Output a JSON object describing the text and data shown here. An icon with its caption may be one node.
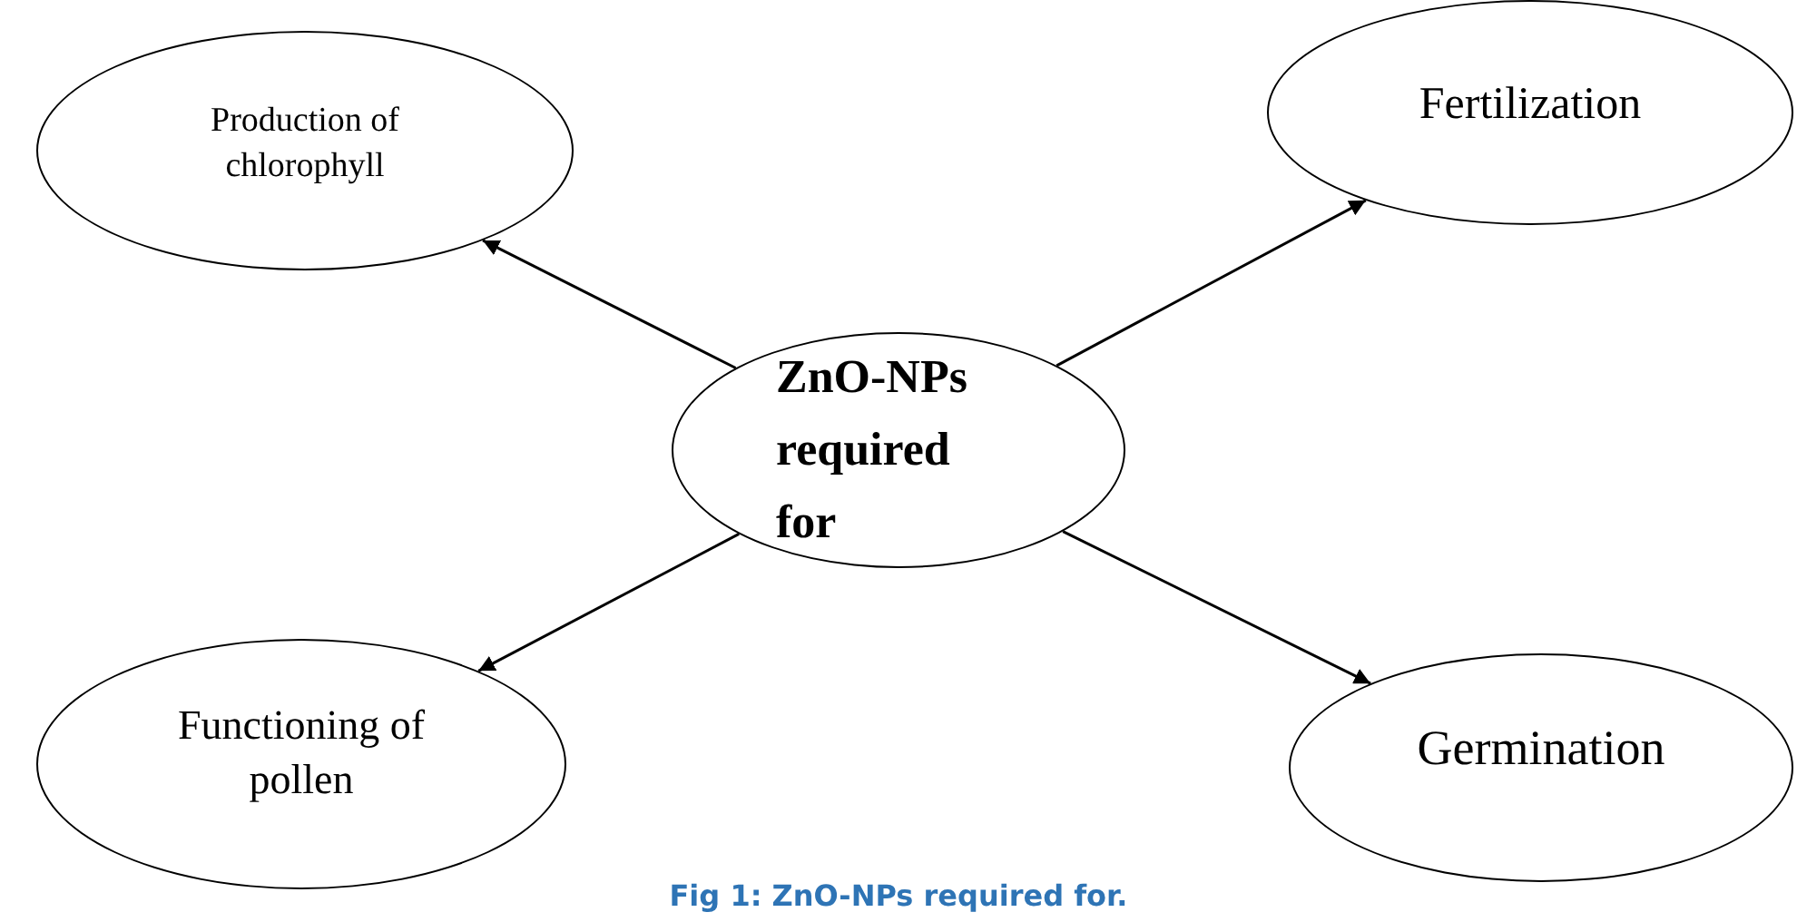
{
  "diagram": {
    "caption": "Fig 1: ZnO-NPs required for.",
    "nodes": [
      {
        "text": [
          "Production of chlorophyll"
        ]
      },
      {
        "text": [
          "Fertilization"
        ]
      },
      {
        "text": [
          "ZnO-NPs required for"
        ]
      },
      {
        "text": [
          "Functioning of pollen"
        ]
      },
      {
        "text": [
          "Germination"
        ]
      }
    ],
    "edges": [
      {
        "from": 2,
        "to": 0,
        "arrow": "to"
      },
      {
        "from": 2,
        "to": 1,
        "arrow": "to"
      },
      {
        "from": 2,
        "to": 3,
        "arrow": "to"
      },
      {
        "from": 2,
        "to": 4,
        "arrow": "to"
      }
    ]
  }
}
